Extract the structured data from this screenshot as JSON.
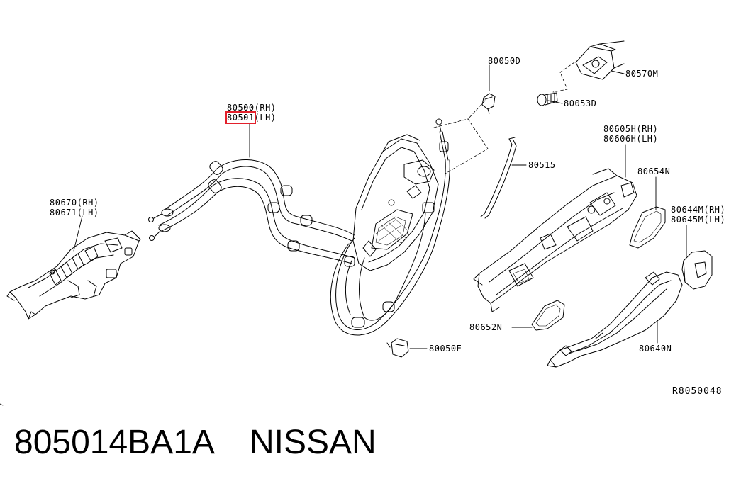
{
  "callouts": {
    "c80050D": "80050D",
    "c80570M": "80570M",
    "c80053D": "80053D",
    "c80500rh": "80500(RH)",
    "c80501lh_hl": "80501",
    "c80501lh_rest": "(LH)",
    "c80515": "80515",
    "c80605h": "80605H(RH)",
    "c80606h": "80606H(LH)",
    "c80654n": "80654N",
    "c80670": "80670(RH)",
    "c80671": "80671(LH)",
    "c80644m": "80644M(RH)",
    "c80645m": "80645M(LH)",
    "c80652n": "80652N",
    "c80050e": "80050E",
    "c80640n": "80640N"
  },
  "reference_code": "R8050048",
  "caption": {
    "part_number": "805014BA1A",
    "brand": "NISSAN"
  },
  "colors": {
    "highlight": "#e3202b",
    "line": "#000000",
    "background": "#ffffff"
  }
}
